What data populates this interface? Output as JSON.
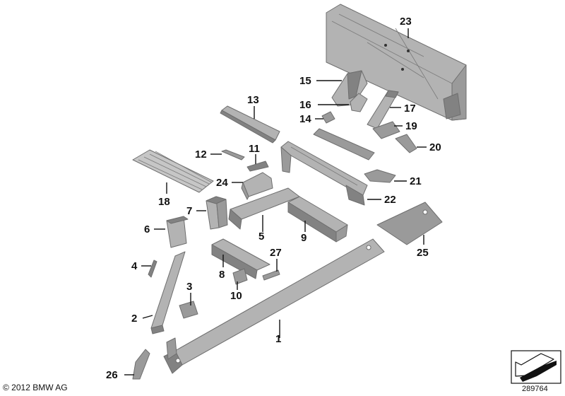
{
  "diagram": {
    "part_labels": [
      "1",
      "2",
      "3",
      "4",
      "5",
      "6",
      "7",
      "8",
      "9",
      "10",
      "11",
      "12",
      "13",
      "14",
      "15",
      "16",
      "17",
      "18",
      "19",
      "20",
      "21",
      "22",
      "23",
      "24",
      "25",
      "26",
      "27"
    ]
  },
  "footer": {
    "copyright": "© 2012 BMW AG",
    "figure_number": "289764"
  }
}
